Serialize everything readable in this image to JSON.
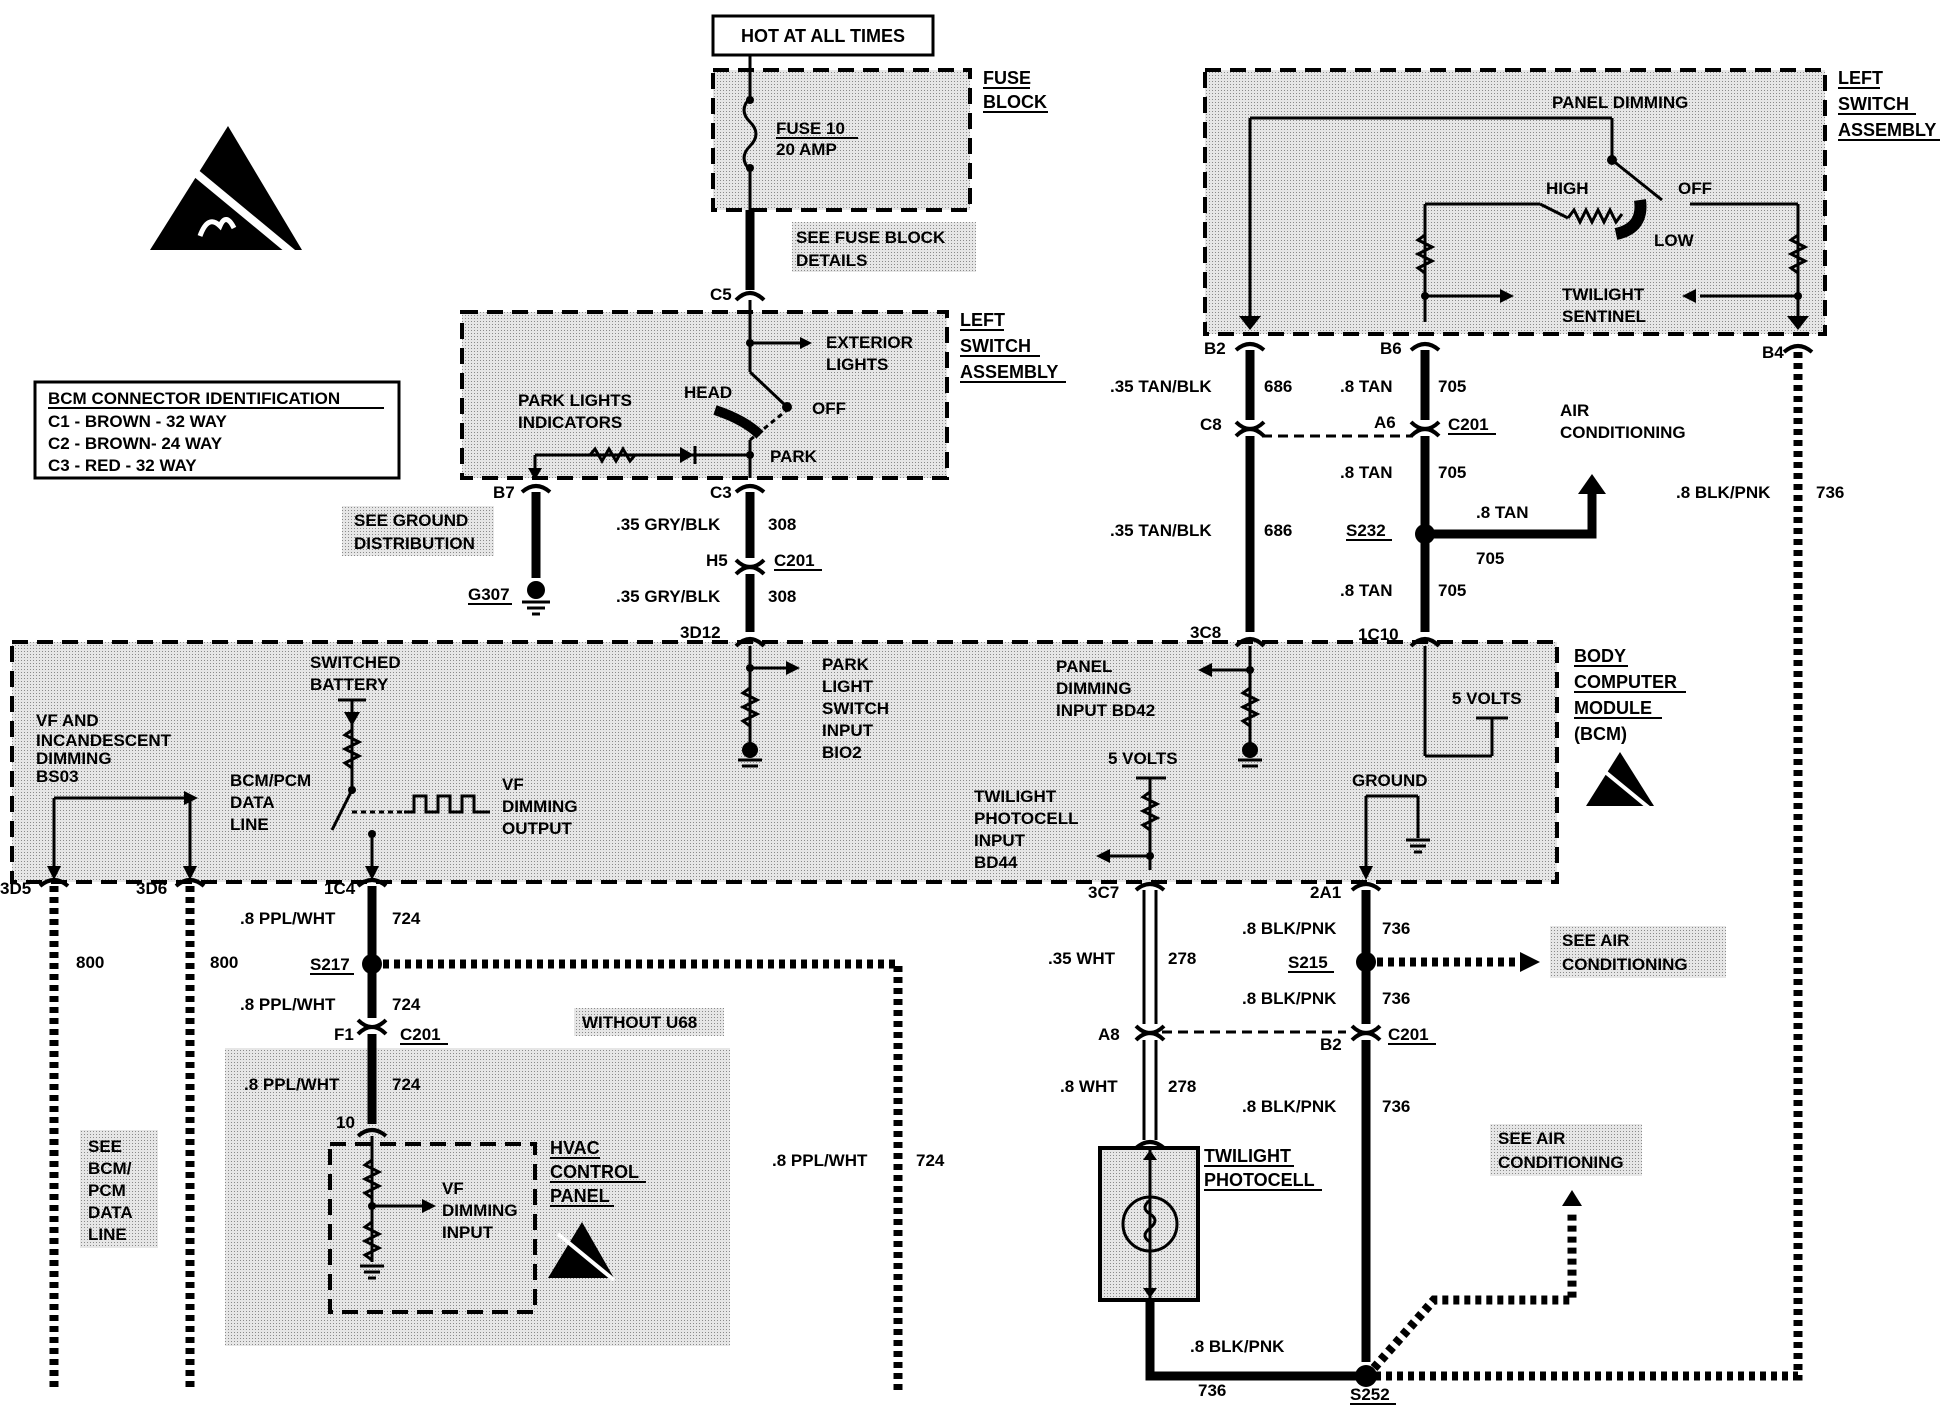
{
  "labels": {
    "hot": "HOT AT ALL TIMES",
    "fuse_block_1": "FUSE",
    "fuse_block_2": "BLOCK",
    "fuse_1": "FUSE 10",
    "fuse_2": "20 AMP",
    "see_fuse_1": "SEE FUSE BLOCK",
    "see_fuse_2": "DETAILS",
    "c5": "C5",
    "lsa1_1": "LEFT",
    "lsa1_2": "SWITCH",
    "lsa1_3": "ASSEMBLY",
    "exterior_1": "EXTERIOR",
    "exterior_2": "LIGHTS",
    "head": "HEAD",
    "off": "OFF",
    "park": "PARK",
    "park_ind_1": "PARK LIGHTS",
    "park_ind_2": "INDICATORS",
    "c3": "C3",
    "b7": "B7",
    "see_ground_1": "SEE GROUND",
    "see_ground_2": "DISTRIBUTION",
    "g307": "G307",
    "bcm_id_title": "BCM CONNECTOR IDENTIFICATION",
    "bcm_id_c1": "C1 - BROWN - 32 WAY",
    "bcm_id_c2": "C2 - BROWN- 24 WAY",
    "bcm_id_c3": "C3 - RED - 32 WAY",
    "w308a": ".35 GRY/BLK",
    "n308a": "308",
    "h5": "H5",
    "c201a": "C201",
    "w308b": ".35 GRY/BLK",
    "n308b": "308",
    "d3d12": "3D12",
    "lsa2_1": "LEFT",
    "lsa2_2": "SWITCH",
    "lsa2_3": "ASSEMBLY",
    "panel_dimming": "PANEL DIMMING",
    "high": "HIGH",
    "off2": "OFF",
    "low": "LOW",
    "twilight_1": "TWILIGHT",
    "twilight_2": "SENTINEL",
    "b2": "B2",
    "b6": "B6",
    "b4": "B4",
    "w686a": ".35 TAN/BLK",
    "n686a": "686",
    "w705a": ".8 TAN",
    "n705a": "705",
    "c8": "C8",
    "a6": "A6",
    "c201b": "C201",
    "air_1": "AIR",
    "air_2": "CONDITIONING",
    "w705b": ".8 TAN",
    "n705b": "705",
    "w686b": ".35 TAN/BLK",
    "n686b": "686",
    "s232": "S232",
    "w705c": ".8 TAN",
    "n705c": "705",
    "w705d": ".8 TAN",
    "n705d": "705",
    "w736r": ".8 BLK/PNK",
    "n736r": "736",
    "c3c8": "3C8",
    "c1c10": "1C10",
    "body_1": "BODY",
    "body_2": "COMPUTER",
    "body_3": "MODULE",
    "body_4": "(BCM)",
    "switched_1": "SWITCHED",
    "switched_2": "BATTERY",
    "vf_inc_1": "VF AND",
    "vf_inc_2": "INCANDESCENT",
    "vf_inc_3": "DIMMING",
    "vf_inc_4": "BS03",
    "bcmpcm_1": "BCM/PCM",
    "bcmpcm_2": "DATA",
    "bcmpcm_3": "LINE",
    "vfdim_1": "VF",
    "vfdim_2": "DIMMING",
    "vfdim_3": "OUTPUT",
    "pls_1": "PARK",
    "pls_2": "LIGHT",
    "pls_3": "SWITCH",
    "pls_4": "INPUT",
    "pls_5": "BIO2",
    "pdi_1": "PANEL",
    "pdi_2": "DIMMING",
    "pdi_3": "INPUT BD42",
    "volts5a": "5 VOLTS",
    "volts5b": "5 VOLTS",
    "tpi_1": "TWILIGHT",
    "tpi_2": "PHOTOCELL",
    "tpi_3": "INPUT",
    "tpi_4": "BD44",
    "ground": "GROUND",
    "d3d5": "3D5",
    "d3d6": "3D6",
    "c1c4": "1C4",
    "c3c7": "3C7",
    "c2a1": "2A1",
    "n800a": "800",
    "n800b": "800",
    "w724a": ".8 PPL/WHT",
    "n724a": "724",
    "s217": "S217",
    "w724b": ".8 PPL/WHT",
    "n724b": "724",
    "f1": "F1",
    "c201c": "C201",
    "without": "WITHOUT U68",
    "w724c": ".8 PPL/WHT",
    "n724c": "724",
    "ten": "10",
    "vfin_1": "VF",
    "vfin_2": "DIMMING",
    "vfin_3": "INPUT",
    "hvac_1": "HVAC",
    "hvac_2": "CONTROL",
    "hvac_3": "PANEL",
    "w724d": ".8 PPL/WHT",
    "n724d": "724",
    "see_bcm_1": "SEE",
    "see_bcm_2": "BCM/",
    "see_bcm_3": "PCM",
    "see_bcm_4": "DATA",
    "see_bcm_5": "LINE",
    "w278a": ".35 WHT",
    "n278a": "278",
    "a8": "A8",
    "w278b": ".8 WHT",
    "n278b": "278",
    "tp_1": "TWILIGHT",
    "tp_2": "PHOTOCELL",
    "w736a": ".8 BLK/PNK",
    "n736a": "736",
    "s215": "S215",
    "see_air1_1": "SEE AIR",
    "see_air1_2": "CONDITIONING",
    "w736b": ".8 BLK/PNK",
    "n736b": "736",
    "b2b": "B2",
    "c201d": "C201",
    "w736c": ".8 BLK/PNK",
    "n736c": "736",
    "see_air2_1": "SEE AIR",
    "see_air2_2": "CONDITIONING",
    "w736d": ".8 BLK/PNK",
    "n736d": "736",
    "s252": "S252"
  }
}
